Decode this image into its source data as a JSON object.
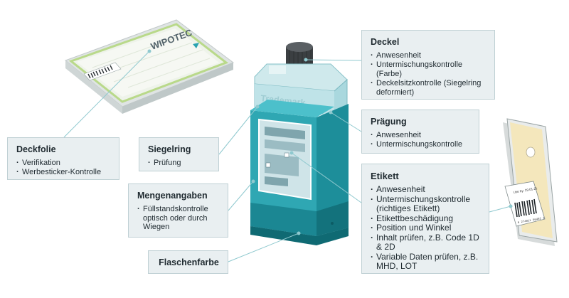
{
  "tray_brand": "WIPOTEC",
  "bottle_trademark": "Trademark",
  "label_lot_text": "Use by: 29.01.21",
  "label_barcode_digits": "6 274811 66482 1",
  "callouts": {
    "deckel": {
      "title": "Deckel",
      "items": [
        "Anwesenheit",
        "Untermischungskontrolle (Farbe)",
        "Deckelsitzkontrolle (Siegelring deformiert)"
      ]
    },
    "praegung": {
      "title": "Prägung",
      "items": [
        "Anwesenheit",
        "Untermischungskontrolle"
      ]
    },
    "etikett": {
      "title": "Etikett",
      "items": [
        "Anwesenheit",
        "Untermischungskontrolle (richtiges Etikett)",
        "Etikettbeschädigung",
        "Position und Winkel",
        "Inhalt prüfen, z.B. Code 1D & 2D",
        "Variable Daten prüfen, z.B. MHD, LOT"
      ]
    },
    "deckfolie": {
      "title": "Deckfolie",
      "items": [
        "Verifikation",
        "Werbesticker-Kontrolle"
      ]
    },
    "siegelring": {
      "title": "Siegelring",
      "items": [
        "Prüfung"
      ]
    },
    "mengenangaben": {
      "title": "Mengenangaben",
      "items": [
        "Füllstandskontrolle optisch oder durch Wiegen"
      ]
    },
    "flaschenfarbe": {
      "title": "Flaschenfarbe",
      "items": []
    }
  }
}
